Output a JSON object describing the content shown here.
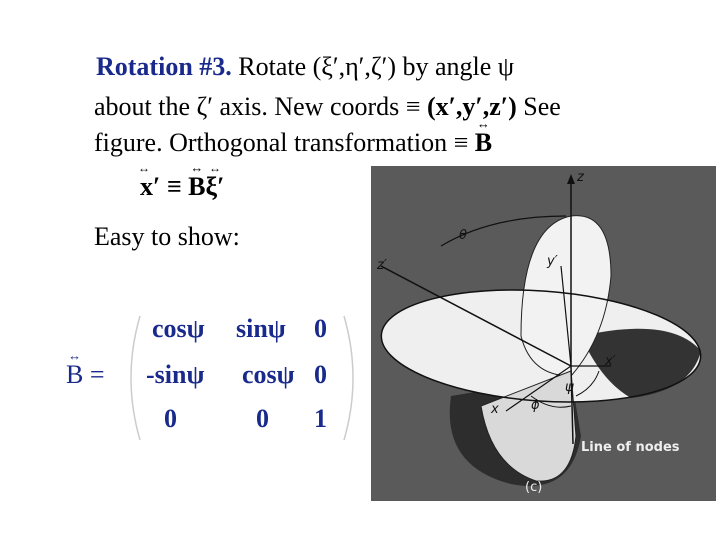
{
  "text": {
    "line1_bold": "Rotation #3.",
    "line1_rest": " Rotate (ξ′,η′,ζ′) by angle ψ",
    "line2_a": "about the ζ′ axis. New coords ≡ ",
    "line2_bold": "(x′,y′,z′)",
    "line2_b": " See",
    "line3_a": "figure. Orthogonal transformation ≡ ",
    "line3_b": "B",
    "eq_lhs": "x′",
    "eq_eq": " ≡ ",
    "eq_B": "B",
    "eq_xi": "ξ′",
    "easy": "Easy to  show:",
    "b_label": "B",
    "b_eq": " ="
  },
  "arrow_glyph": "↔",
  "matrix": {
    "r1c1": "cosψ",
    "r1c2": "sinψ",
    "r1c3": "0",
    "r2c1": "-sinψ",
    "r2c2": "cosψ",
    "r2c3": "0",
    "r3c1": "0",
    "r3c2": "0",
    "r3c3": "1"
  },
  "figure": {
    "labels": {
      "z": "z",
      "theta": "θ",
      "zprime": "z′",
      "yprime": "y′",
      "xprime": "x′",
      "x": "x",
      "phi": "ϕ",
      "psi": "ψ",
      "line_of_nodes": "Line of nodes",
      "caption": "(c)"
    }
  },
  "colors": {
    "title_blue": "#1a2a8c",
    "figure_bg": "#5a5a5a"
  }
}
